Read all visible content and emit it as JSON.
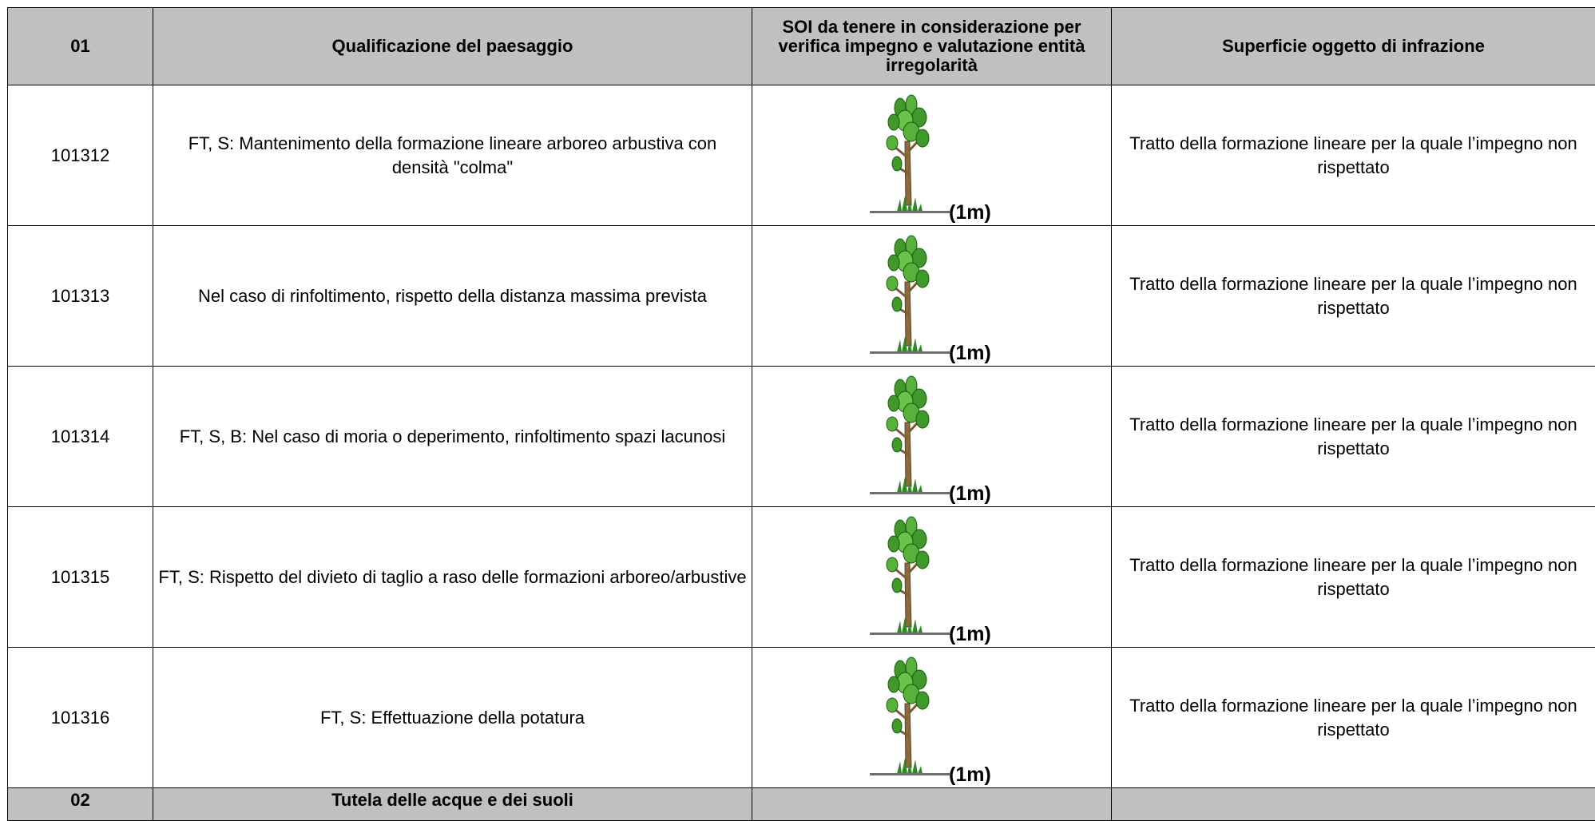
{
  "header": {
    "code": "01",
    "title": "Qualificazione del paesaggio",
    "soi": "SOI da tenere in considerazione per verifica impegno e valutazione entità irregolarità",
    "surface": "Superficie oggetto di infrazione"
  },
  "rows": [
    {
      "code": "101312",
      "description": "FT, S: Mantenimento della formazione lineare arboreo arbustiva con densità \"colma\"",
      "soi_label": "(1m)",
      "surface": "Tratto della formazione lineare per la quale l’impegno non rispettato"
    },
    {
      "code": "101313",
      "description": "Nel caso di rinfoltimento, rispetto della distanza massima prevista",
      "soi_label": "(1m)",
      "surface": "Tratto della formazione lineare per la quale l’impegno non rispettato"
    },
    {
      "code": "101314",
      "description": "FT, S, B: Nel caso di moria o deperimento, rinfoltimento spazi lacunosi",
      "soi_label": "(1m)",
      "surface": "Tratto della formazione lineare per la quale l’impegno non rispettato"
    },
    {
      "code": "101315",
      "description": "FT, S: Rispetto del divieto di taglio a raso delle formazioni arboreo/arbustive",
      "soi_label": "(1m)",
      "surface": "Tratto della formazione lineare per la quale l’impegno non rispettato"
    },
    {
      "code": "101316",
      "description": "FT, S: Effettuazione della potatura",
      "soi_label": "(1m)",
      "surface": "Tratto della formazione lineare per la quale l’impegno non rispettato"
    }
  ],
  "section2": {
    "code": "02",
    "title": "Tutela delle acque e dei suoli"
  },
  "icons": {
    "tree": "tree-icon"
  },
  "colors": {
    "header_bg": "#c0c0c0",
    "leaf": "#3f9a2b",
    "trunk": "#8b6a3e"
  }
}
